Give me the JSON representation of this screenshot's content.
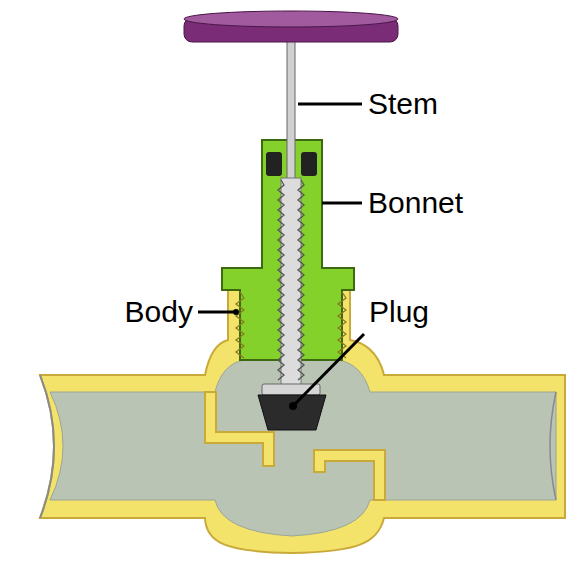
{
  "diagram": {
    "labels": [
      "Stem",
      "Bonnet",
      "Body",
      "Plug"
    ]
  }
}
